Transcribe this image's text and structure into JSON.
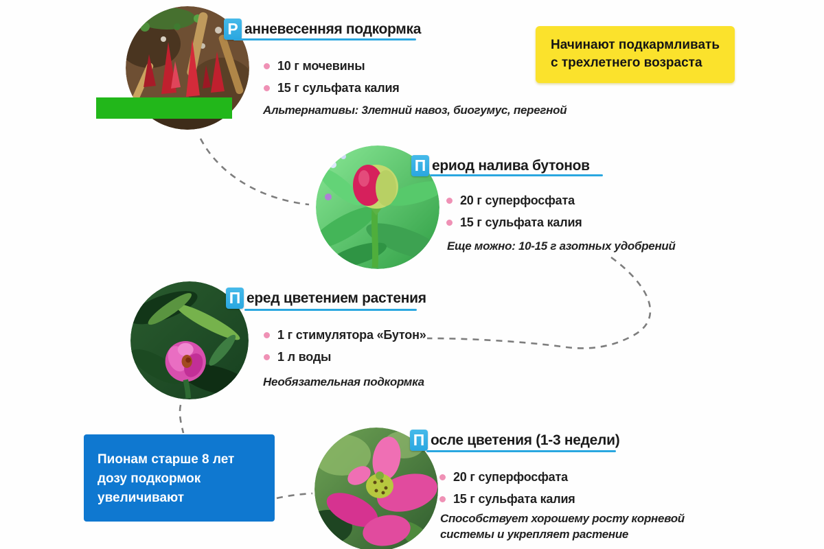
{
  "colors": {
    "accent-blue": "#2aa7e0",
    "bullet-pink": "#ef91b5",
    "yellow-bg": "#fbe22c",
    "blue-bg": "#0f78d0",
    "green-bar": "#22b71a",
    "connector": "#7d7d7d",
    "text": "#1e1e1e"
  },
  "callouts": {
    "yellow": {
      "lines": [
        "Начинают подкармливать",
        "с трехлетнего возраста"
      ]
    },
    "blue": {
      "lines": [
        "Пионам старше 8 лет",
        "дозу подкормок",
        "увеличивают"
      ]
    }
  },
  "sections": [
    {
      "heading_letter": "Р",
      "heading_rest": "анневесенняя подкормка",
      "bullets": [
        "10 г мочевины",
        "15 г сульфата калия"
      ],
      "note": "Альтернативы: 3летний навоз, биогумус, перегной",
      "image_alt": "красные весенние ростки пиона"
    },
    {
      "heading_letter": "П",
      "heading_rest": "ериод налива бутонов",
      "bullets": [
        "20 г суперфосфата",
        "15 г сульфата калия"
      ],
      "note": "Еще можно: 10-15 г азотных удобрений",
      "image_alt": "наливающийся бутон пиона"
    },
    {
      "heading_letter": "П",
      "heading_rest": "еред цветением растения",
      "bullets": [
        "1 г стимулятора «Бутон»",
        "1 л воды"
      ],
      "note": "Необязательная подкормка",
      "image_alt": "раскрывающийся розовый бутон пиона"
    },
    {
      "heading_letter": "П",
      "heading_rest": "осле цветения (1-3 недели)",
      "bullets": [
        "20 г суперфосфата",
        "15 г сульфата калия"
      ],
      "note": "Способствует хорошему росту корневой системы и укрепляет растение",
      "image_alt": "отцветающий цветок пиона"
    }
  ]
}
